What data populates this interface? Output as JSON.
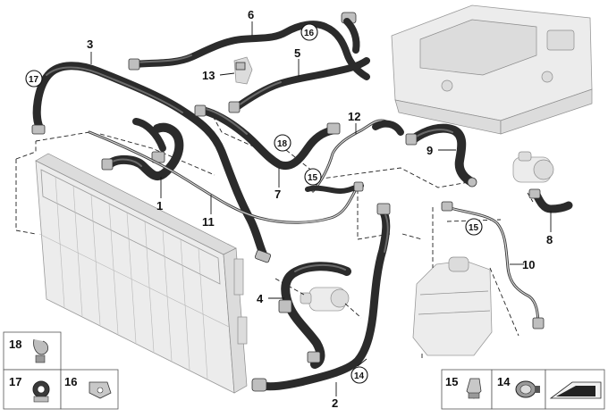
{
  "callouts": {
    "p1": "1",
    "p2": "2",
    "p3": "3",
    "p4": "4",
    "p5": "5",
    "p6": "6",
    "p7": "7",
    "p8": "8",
    "p9": "9",
    "p10": "10",
    "p11": "11",
    "p12": "12",
    "p13": "13"
  },
  "circled": {
    "c14": "14",
    "c15a": "15",
    "c15b": "15",
    "c16": "16",
    "c17": "17",
    "c18": "18"
  },
  "legend": {
    "left": {
      "r1": "18",
      "r2a": "17",
      "r2b": "16"
    },
    "right": {
      "a": "15",
      "b": "14"
    }
  }
}
